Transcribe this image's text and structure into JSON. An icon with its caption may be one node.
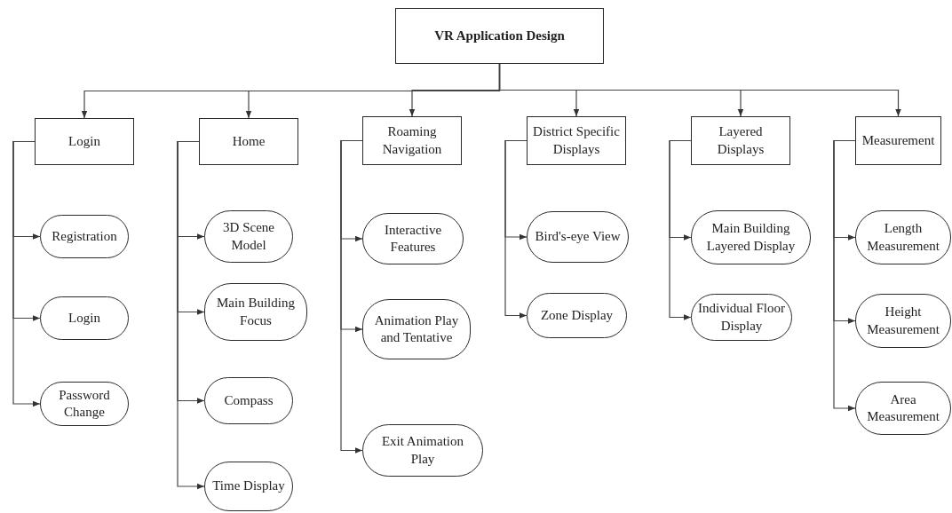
{
  "diagram": {
    "nodes": [
      {
        "text": [
          "VR Application Design"
        ]
      },
      {
        "text": [
          "Login"
        ]
      },
      {
        "text": [
          "Home"
        ]
      },
      {
        "text": [
          "Roaming Navigation"
        ]
      },
      {
        "text": [
          "District Specific Displays"
        ]
      },
      {
        "text": [
          "Layered Displays"
        ]
      },
      {
        "text": [
          "Measurement"
        ]
      },
      {
        "text": [
          "Registration"
        ]
      },
      {
        "text": [
          "Login"
        ]
      },
      {
        "text": [
          "Password Change"
        ]
      },
      {
        "text": [
          "3D Scene Model"
        ]
      },
      {
        "text": [
          "Main Building Focus"
        ]
      },
      {
        "text": [
          "Compass"
        ]
      },
      {
        "text": [
          "Time Display"
        ]
      },
      {
        "text": [
          "Interactive Features"
        ]
      },
      {
        "text": [
          "Animation Play and Tentative"
        ]
      },
      {
        "text": [
          "Exit Animation Play"
        ]
      },
      {
        "text": [
          "Bird's-eye View"
        ]
      },
      {
        "text": [
          "Zone Display"
        ]
      },
      {
        "text": [
          "Main Building Layered Display"
        ]
      },
      {
        "text": [
          "Individual Floor Display"
        ]
      },
      {
        "text": [
          "Length Measurement"
        ]
      },
      {
        "text": [
          "Height Measurement"
        ]
      },
      {
        "text": [
          "Area Measurement"
        ]
      }
    ],
    "edges": [
      {
        "from": 0,
        "to": 1,
        "arrow": "to"
      },
      {
        "from": 0,
        "to": 2,
        "arrow": "to"
      },
      {
        "from": 0,
        "to": 3,
        "arrow": "to"
      },
      {
        "from": 0,
        "to": 4,
        "arrow": "to"
      },
      {
        "from": 0,
        "to": 5,
        "arrow": "to"
      },
      {
        "from": 0,
        "to": 6,
        "arrow": "to"
      },
      {
        "from": 1,
        "to": 7,
        "arrow": "to"
      },
      {
        "from": 1,
        "to": 8,
        "arrow": "to"
      },
      {
        "from": 1,
        "to": 9,
        "arrow": "to"
      },
      {
        "from": 2,
        "to": 10,
        "arrow": "to"
      },
      {
        "from": 2,
        "to": 11,
        "arrow": "to"
      },
      {
        "from": 2,
        "to": 12,
        "arrow": "to"
      },
      {
        "from": 2,
        "to": 13,
        "arrow": "to"
      },
      {
        "from": 3,
        "to": 14,
        "arrow": "to"
      },
      {
        "from": 3,
        "to": 15,
        "arrow": "to"
      },
      {
        "from": 3,
        "to": 16,
        "arrow": "to"
      },
      {
        "from": 4,
        "to": 17,
        "arrow": "to"
      },
      {
        "from": 4,
        "to": 18,
        "arrow": "to"
      },
      {
        "from": 5,
        "to": 19,
        "arrow": "to"
      },
      {
        "from": 5,
        "to": 20,
        "arrow": "to"
      },
      {
        "from": 6,
        "to": 21,
        "arrow": "to"
      },
      {
        "from": 6,
        "to": 22,
        "arrow": "to"
      },
      {
        "from": 6,
        "to": 23,
        "arrow": "to"
      }
    ]
  }
}
